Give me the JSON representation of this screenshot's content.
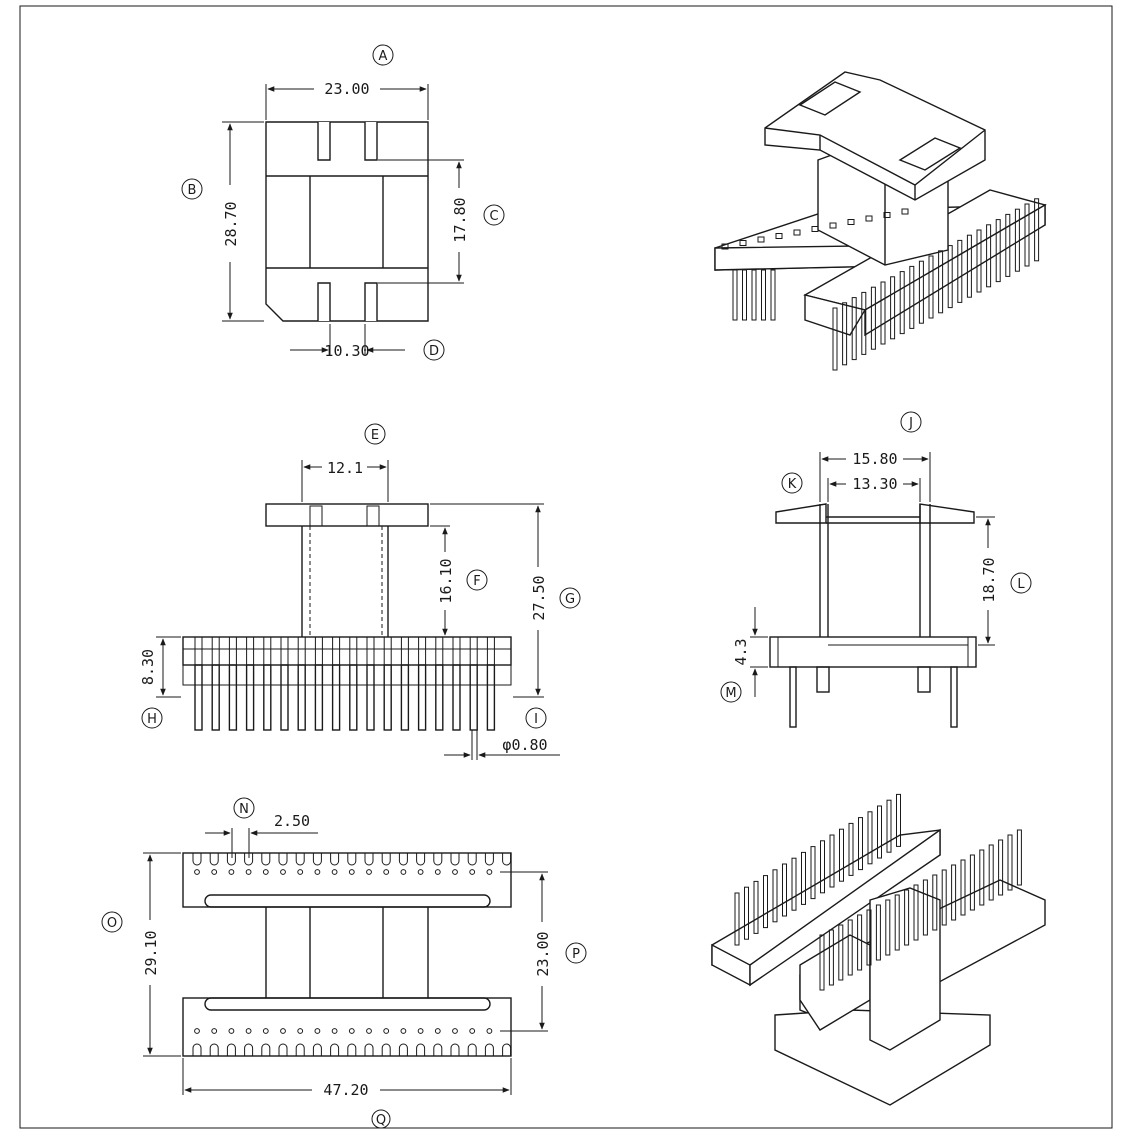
{
  "dimensions": {
    "A": "23.00",
    "B": "28.70",
    "C": "17.80",
    "D": "10.30",
    "E": "12.1",
    "F": "16.10",
    "G": "27.50",
    "H": "8.30",
    "I": "φ0.80",
    "J": "15.80",
    "K": "13.30",
    "L": "18.70",
    "M": "4.3",
    "N": "2.50",
    "O": "29.10",
    "P": "23.00",
    "Q": "47.20"
  },
  "markers": {
    "A": "A",
    "B": "B",
    "C": "C",
    "D": "D",
    "E": "E",
    "F": "F",
    "G": "G",
    "H": "H",
    "I": "I",
    "J": "J",
    "K": "K",
    "L": "L",
    "M": "M",
    "N": "N",
    "O": "O",
    "P": "P",
    "Q": "Q"
  }
}
